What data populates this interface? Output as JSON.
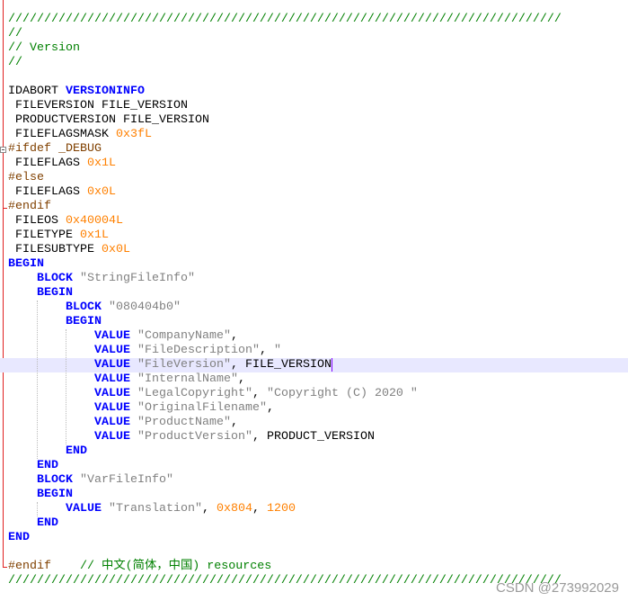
{
  "editor": {
    "colors": {
      "comment": "#008000",
      "preprocessor": "#804000",
      "keyword": "#0000ff",
      "number": "#ff8000",
      "string": "#808080",
      "current_line": "#e8e8ff"
    },
    "current_line_index": 24,
    "lines": [
      [
        [
          "comment",
          "/////////////////////////////////////////////////////////////////////////////"
        ]
      ],
      [
        [
          "comment",
          "//"
        ]
      ],
      [
        [
          "comment",
          "// Version"
        ]
      ],
      [
        [
          "comment",
          "//"
        ]
      ],
      [],
      [
        [
          "plain",
          "IDABORT "
        ],
        [
          "kw",
          "VERSIONINFO"
        ]
      ],
      [
        [
          "plain",
          " FILEVERSION FILE_VERSION"
        ]
      ],
      [
        [
          "plain",
          " PRODUCTVERSION FILE_VERSION"
        ]
      ],
      [
        [
          "plain",
          " FILEFLAGSMASK "
        ],
        [
          "num",
          "0x3fL"
        ]
      ],
      [
        [
          "pre",
          "#ifdef _DEBUG"
        ]
      ],
      [
        [
          "plain",
          " FILEFLAGS "
        ],
        [
          "num",
          "0x1L"
        ]
      ],
      [
        [
          "pre",
          "#else"
        ]
      ],
      [
        [
          "plain",
          " FILEFLAGS "
        ],
        [
          "num",
          "0x0L"
        ]
      ],
      [
        [
          "pre",
          "#endif"
        ]
      ],
      [
        [
          "plain",
          " FILEOS "
        ],
        [
          "num",
          "0x40004L"
        ]
      ],
      [
        [
          "plain",
          " FILETYPE "
        ],
        [
          "num",
          "0x1L"
        ]
      ],
      [
        [
          "plain",
          " FILESUBTYPE "
        ],
        [
          "num",
          "0x0L"
        ]
      ],
      [
        [
          "kw",
          "BEGIN"
        ]
      ],
      [
        [
          "plain",
          "    "
        ],
        [
          "kw",
          "BLOCK"
        ],
        [
          "plain",
          " "
        ],
        [
          "str",
          "\"StringFileInfo\""
        ]
      ],
      [
        [
          "plain",
          "    "
        ],
        [
          "kw",
          "BEGIN"
        ]
      ],
      [
        [
          "plain",
          "        "
        ],
        [
          "kw",
          "BLOCK"
        ],
        [
          "plain",
          " "
        ],
        [
          "str",
          "\"080404b0\""
        ]
      ],
      [
        [
          "plain",
          "        "
        ],
        [
          "kw",
          "BEGIN"
        ]
      ],
      [
        [
          "plain",
          "            "
        ],
        [
          "kw",
          "VALUE"
        ],
        [
          "plain",
          " "
        ],
        [
          "str",
          "\"CompanyName\""
        ],
        [
          "plain",
          ","
        ]
      ],
      [
        [
          "plain",
          "            "
        ],
        [
          "kw",
          "VALUE"
        ],
        [
          "plain",
          " "
        ],
        [
          "str",
          "\"FileDescription\""
        ],
        [
          "plain",
          ", "
        ],
        [
          "str",
          "\""
        ]
      ],
      [
        [
          "plain",
          "            "
        ],
        [
          "kw",
          "VALUE"
        ],
        [
          "plain",
          " "
        ],
        [
          "str",
          "\"FileVersion\""
        ],
        [
          "plain",
          ", FILE_VERSION"
        ]
      ],
      [
        [
          "plain",
          "            "
        ],
        [
          "kw",
          "VALUE"
        ],
        [
          "plain",
          " "
        ],
        [
          "str",
          "\"InternalName\""
        ],
        [
          "plain",
          ","
        ]
      ],
      [
        [
          "plain",
          "            "
        ],
        [
          "kw",
          "VALUE"
        ],
        [
          "plain",
          " "
        ],
        [
          "str",
          "\"LegalCopyright\""
        ],
        [
          "plain",
          ", "
        ],
        [
          "str",
          "\"Copyright (C) 2020 \""
        ]
      ],
      [
        [
          "plain",
          "            "
        ],
        [
          "kw",
          "VALUE"
        ],
        [
          "plain",
          " "
        ],
        [
          "str",
          "\"OriginalFilename\""
        ],
        [
          "plain",
          ","
        ]
      ],
      [
        [
          "plain",
          "            "
        ],
        [
          "kw",
          "VALUE"
        ],
        [
          "plain",
          " "
        ],
        [
          "str",
          "\"ProductName\""
        ],
        [
          "plain",
          ","
        ]
      ],
      [
        [
          "plain",
          "            "
        ],
        [
          "kw",
          "VALUE"
        ],
        [
          "plain",
          " "
        ],
        [
          "str",
          "\"ProductVersion\""
        ],
        [
          "plain",
          ", PRODUCT_VERSION"
        ]
      ],
      [
        [
          "plain",
          "        "
        ],
        [
          "kw",
          "END"
        ]
      ],
      [
        [
          "plain",
          "    "
        ],
        [
          "kw",
          "END"
        ]
      ],
      [
        [
          "plain",
          "    "
        ],
        [
          "kw",
          "BLOCK"
        ],
        [
          "plain",
          " "
        ],
        [
          "str",
          "\"VarFileInfo\""
        ]
      ],
      [
        [
          "plain",
          "    "
        ],
        [
          "kw",
          "BEGIN"
        ]
      ],
      [
        [
          "plain",
          "        "
        ],
        [
          "kw",
          "VALUE"
        ],
        [
          "plain",
          " "
        ],
        [
          "str",
          "\"Translation\""
        ],
        [
          "plain",
          ", "
        ],
        [
          "num",
          "0x804"
        ],
        [
          "plain",
          ", "
        ],
        [
          "num",
          "1200"
        ]
      ],
      [
        [
          "plain",
          "    "
        ],
        [
          "kw",
          "END"
        ]
      ],
      [
        [
          "kw",
          "END"
        ]
      ],
      [],
      [
        [
          "pre",
          "#endif"
        ],
        [
          "plain",
          "    "
        ],
        [
          "comment",
          "// 中文(简体，中国) resources"
        ]
      ],
      [
        [
          "comment",
          "/////////////////////////////////////////////////////////////////////////////"
        ]
      ]
    ]
  },
  "watermark": "CSDN @273992029"
}
